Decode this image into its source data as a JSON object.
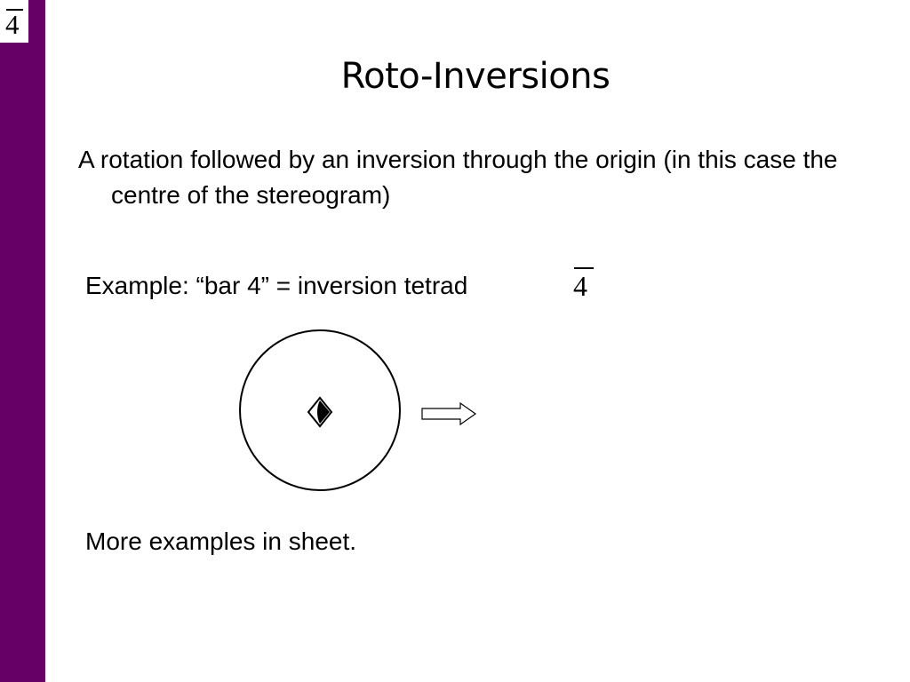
{
  "sidebar": {
    "accent_color": "#660066",
    "corner_badge": {
      "symbol": "4",
      "overbar": true
    }
  },
  "slide": {
    "title": "Roto-Inversions",
    "definition": "A rotation followed by an inversion through the origin (in this case the centre of the stereogram)",
    "example_text": "Example: “bar 4” = inversion tetrad",
    "example_symbol": "4",
    "diagram": {
      "center_glyph": "◆",
      "arrow_direction": "right"
    },
    "more_examples": "More examples in sheet."
  }
}
